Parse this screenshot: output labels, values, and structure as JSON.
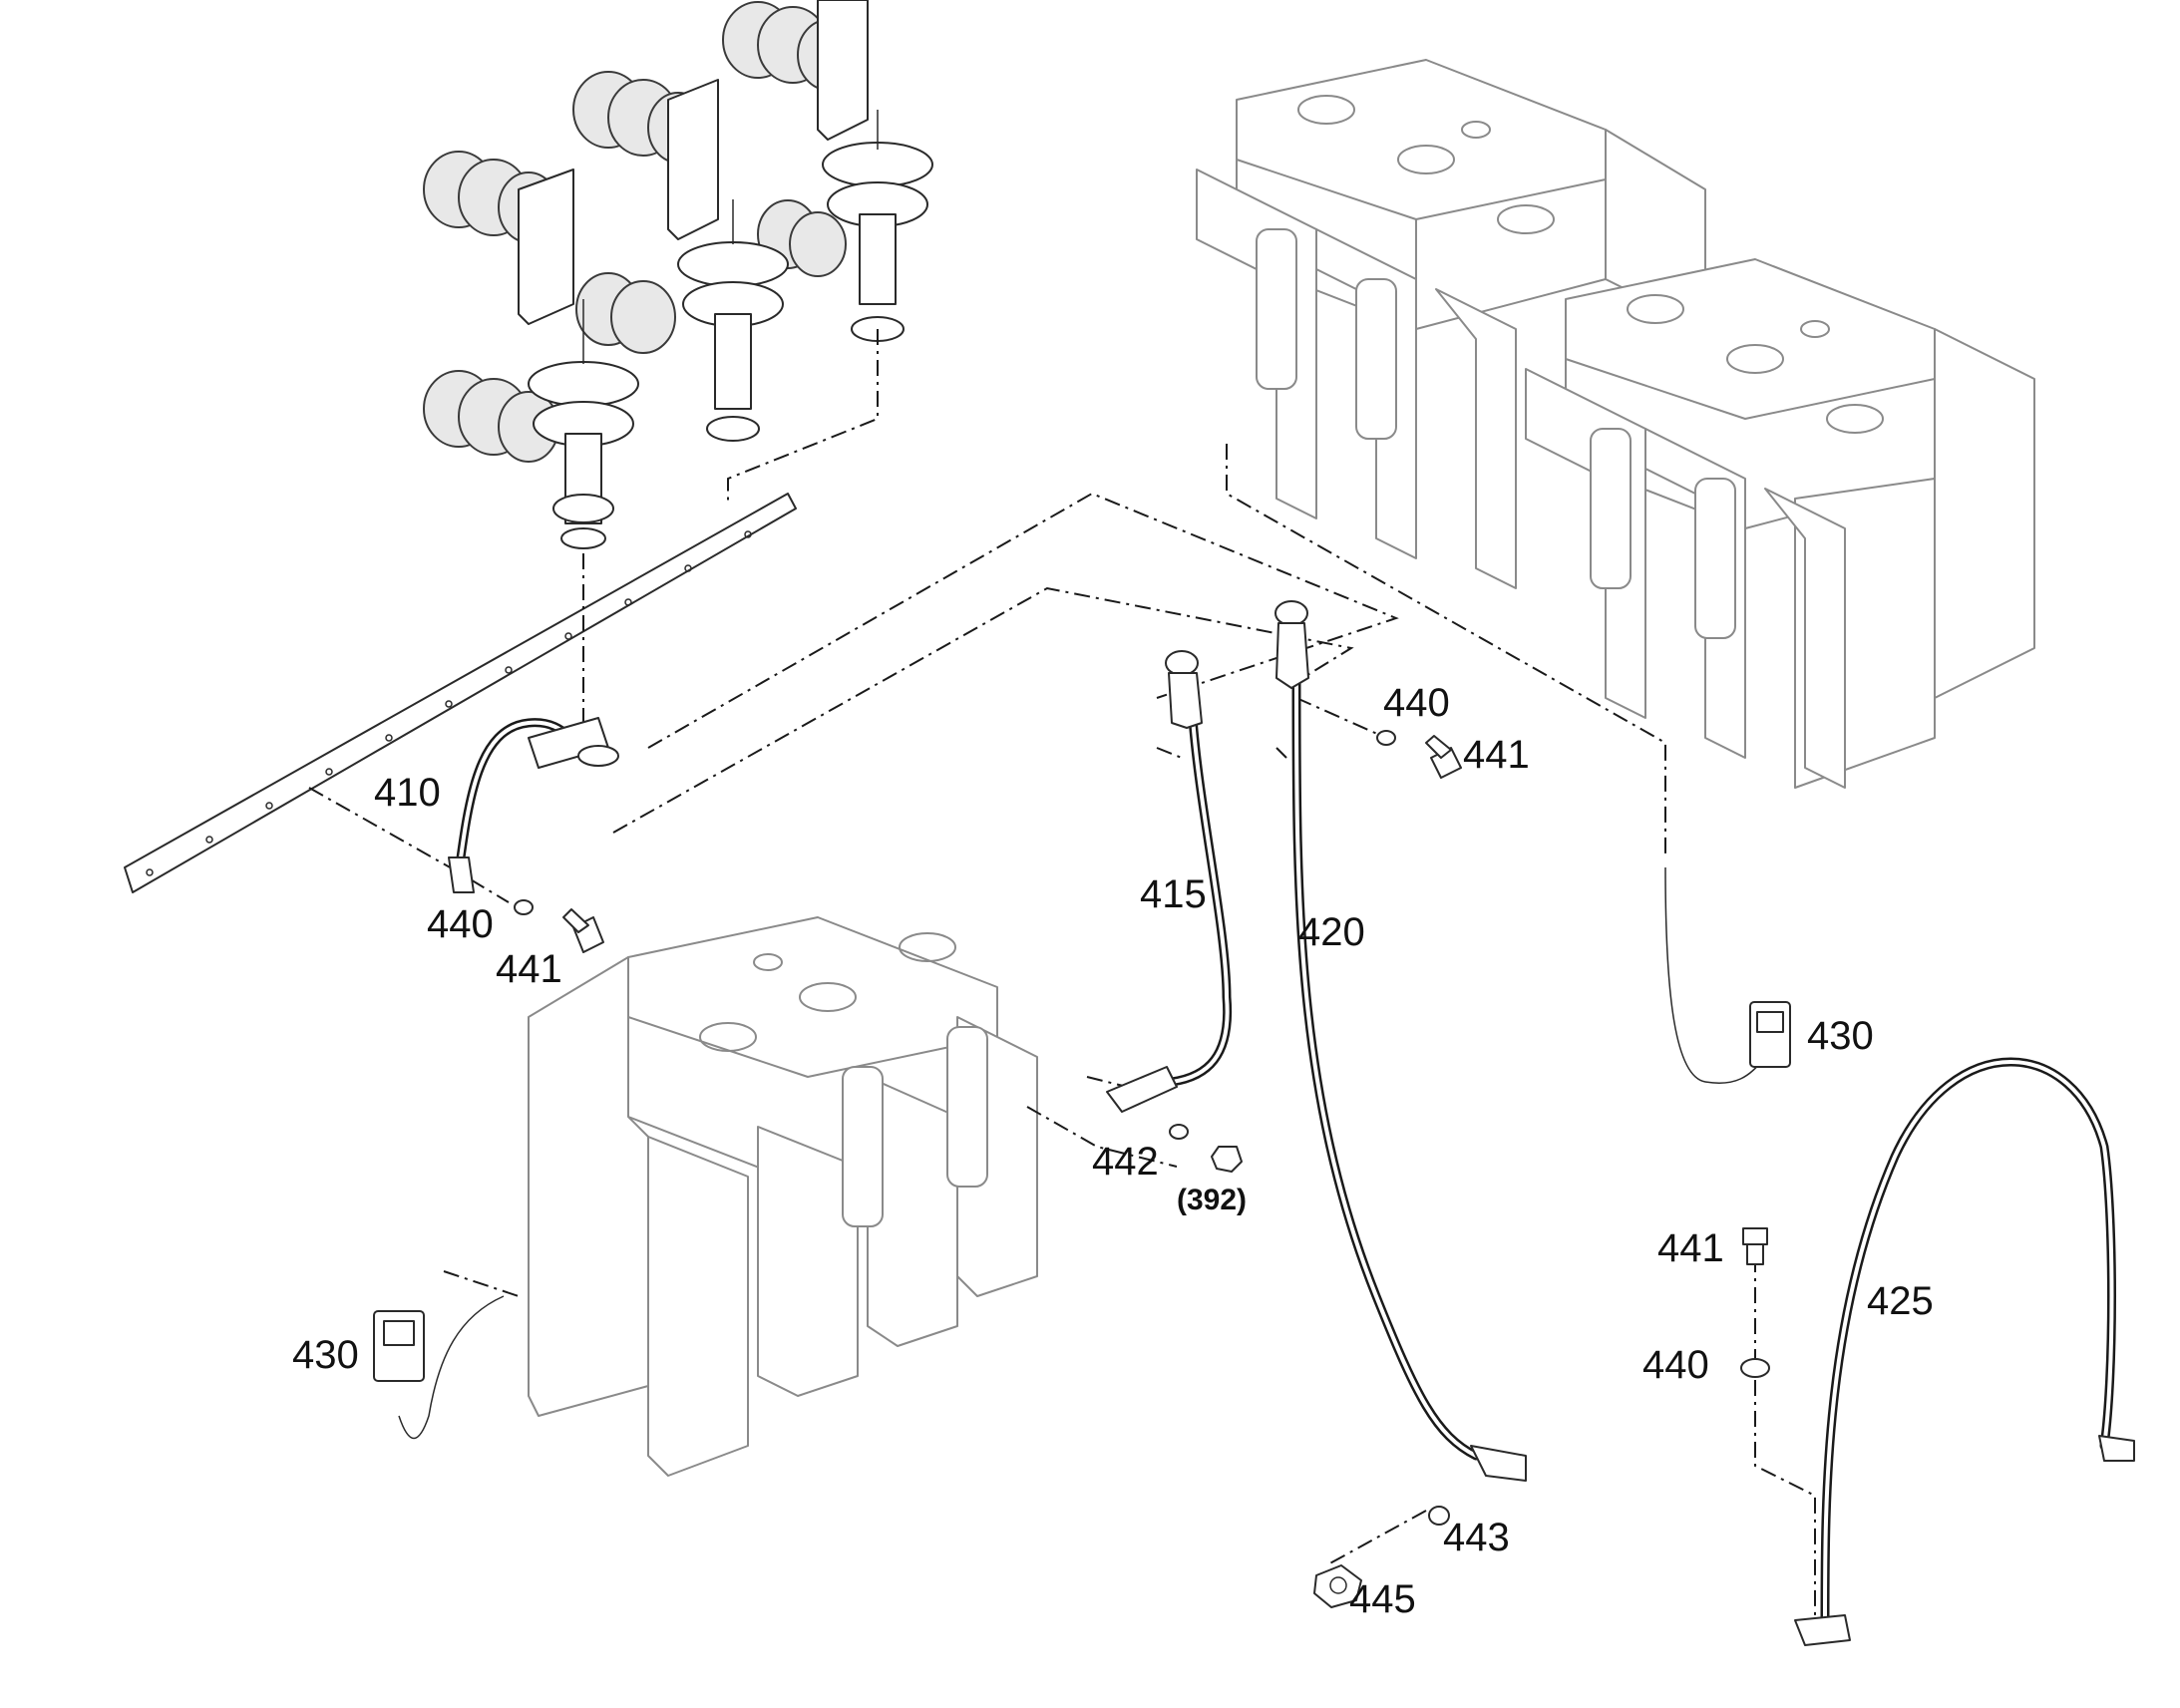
{
  "callouts": {
    "c410": "410",
    "c415": "415",
    "c420": "420",
    "c425": "425",
    "c430_left": "430",
    "c430_right": "430",
    "c440_top": "440",
    "c441_top": "441",
    "c440_left": "440",
    "c441_left": "441",
    "c441_right": "441",
    "c440_right": "440",
    "c442": "442",
    "c392": "(392)",
    "c443": "443",
    "c445": "445"
  },
  "colors": {
    "line": "#1a1a1a",
    "grey_parts": "#8a8a8a",
    "background": "#ffffff"
  }
}
